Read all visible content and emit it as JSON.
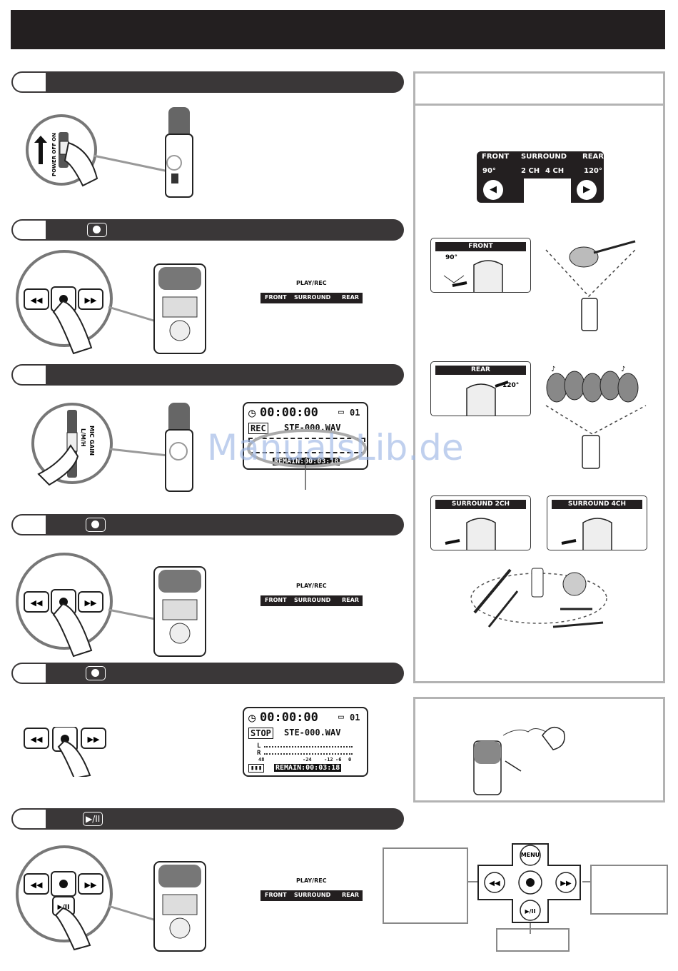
{
  "watermark": "ManualsLib.de",
  "steps": {
    "s2": {
      "icon": "record-button-icon"
    },
    "s4": {
      "icon": "record-button-icon"
    },
    "s5": {
      "icon": "record-button-icon"
    },
    "s6": {
      "icon": "play-pause-button-icon"
    }
  },
  "switches": {
    "power": {
      "on": "ON",
      "label": "POWER OFF"
    },
    "gain": {
      "label": "L/M/H",
      "sub": "MIC GAIN"
    }
  },
  "play_rec_label": "PLAY/REC",
  "mode_bar": {
    "front": "FRONT",
    "surround": "SURROUND",
    "rear": "REAR"
  },
  "lcd_record": {
    "time": "00:00:00",
    "folder": "01",
    "status": "REC",
    "file": "STE-000.WAV",
    "remain": "REMAIN:00:03:18"
  },
  "lcd_stop": {
    "time": "00:00:00",
    "folder": "01",
    "status": "STOP",
    "file": "STE-000.WAV",
    "meter_l": "L",
    "meter_r": "R",
    "scale_48": "48",
    "scale_24": "-24",
    "scale_12": "-12",
    "scale_6": "-6",
    "scale_0": "0",
    "remain": "REMAIN:00:03:18"
  },
  "mode_panel": {
    "front": "FRONT",
    "front_deg": "90°",
    "surround": "SURROUND",
    "ch2": "2 CH",
    "ch4": "4 CH",
    "rear": "REAR",
    "rear_deg": "120°"
  },
  "mode_cards": {
    "front": {
      "label": "FRONT",
      "deg": "90°"
    },
    "rear": {
      "label": "REAR",
      "deg": "120°"
    },
    "surround2": {
      "label": "SURROUND 2CH"
    },
    "surround4": {
      "label": "SURROUND 4CH"
    }
  },
  "nav_pad": {
    "menu": "MENU"
  },
  "colors": {
    "dark": "#231f20",
    "panel_border": "#b3b3b3",
    "watermark": "#9fb8e6"
  }
}
